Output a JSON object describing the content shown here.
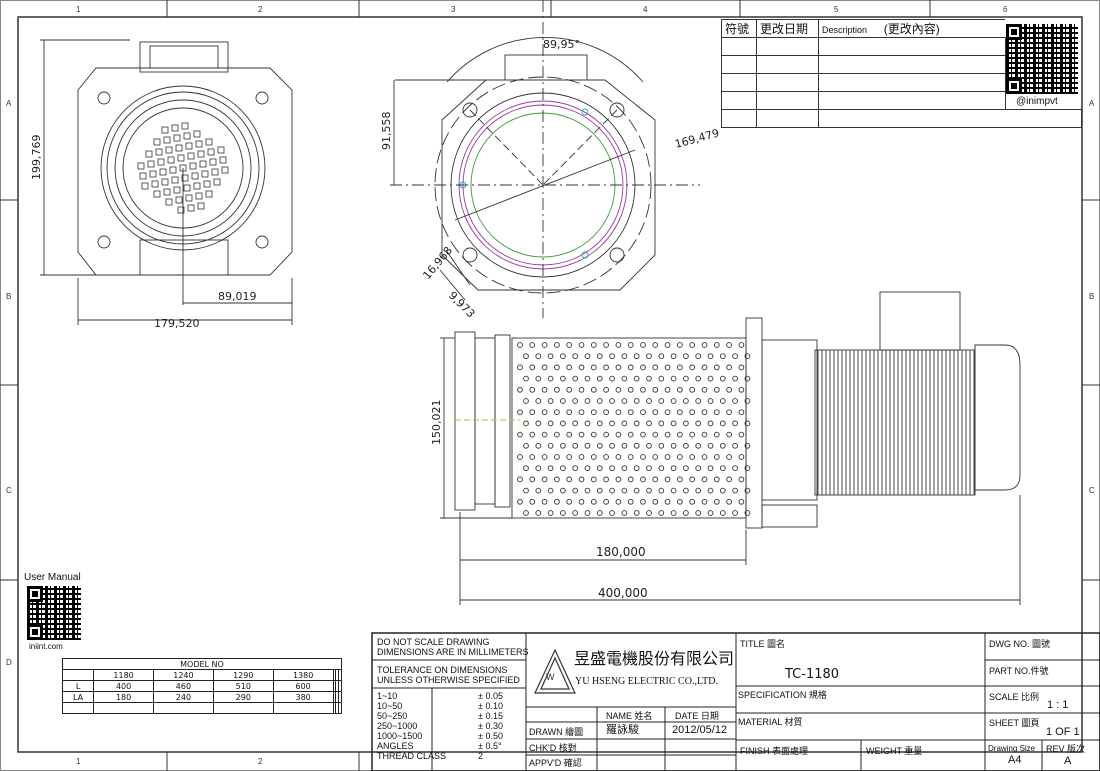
{
  "frame": {
    "columns": [
      "1",
      "2",
      "3",
      "4",
      "5",
      "6"
    ],
    "rows": [
      "A",
      "B",
      "C",
      "D"
    ]
  },
  "revision_table": {
    "headers": [
      "符號",
      "更改日期",
      "Description",
      "(更改內容)"
    ],
    "social_handle": "@inimpvt"
  },
  "user_manual": {
    "label": "User Manual",
    "url_text": "iniint.com"
  },
  "dimensions": {
    "left_height": "199,769",
    "left_half_width": "89,019",
    "left_width": "179,520",
    "top_angle": "89,95°",
    "top_height": "91,558",
    "top_diameter": "169,479",
    "slot_length": "16,968",
    "slot_width": "9,973",
    "side_height": "150,021",
    "la_length": "180,000",
    "l_length": "400,000"
  },
  "model_table": {
    "title": "MODEL NO",
    "header": [
      "",
      "1180",
      "1240",
      "1290",
      "1380",
      "",
      "",
      ""
    ],
    "rows": [
      [
        "L",
        "400",
        "460",
        "510",
        "600",
        "",
        "",
        ""
      ],
      [
        "LA",
        "180",
        "240",
        "290",
        "380",
        "",
        "",
        ""
      ],
      [
        "",
        "",
        "",
        "",
        "",
        "",
        "",
        ""
      ]
    ]
  },
  "title_block": {
    "notice_1": "DO NOT SCALE DRAWING",
    "notice_2": "DIMENSIONS ARE IN MILLIMETERS",
    "tolerance_1": "TOLERANCE ON DIMENSIONS",
    "tolerance_2": "UNLESS OTHERWISE SPECIFIED",
    "tolerances": [
      {
        "range": "1~10",
        "value": "± 0.05"
      },
      {
        "range": "10~50",
        "value": "± 0.10"
      },
      {
        "range": "50~250",
        "value": "± 0.15"
      },
      {
        "range": "250~1000",
        "value": "± 0.30"
      },
      {
        "range": "1000~1500",
        "value": "± 0.50"
      },
      {
        "range": "ANGLES",
        "value": "± 0.5°"
      },
      {
        "range": "THREAD CLASS",
        "value": "2"
      }
    ],
    "company_cn": "昱盛電機股份有限公司",
    "company_en": "YU HSENG ELECTRIC CO.,LTD.",
    "name_header": "NAME 姓名",
    "date_header": "DATE 日期",
    "drawn_label": "DRAWN 繪圖",
    "drawn_name": "羅詠駿",
    "drawn_date": "2012/05/12",
    "checked_label": "CHK'D  核對",
    "approved_label": "APPV'D 確認",
    "title_label": "TITLE 圖名",
    "title_value": "TC-1180",
    "spec_label": "SPECIFICATION  規格",
    "material_label": "MATERIAL 材質",
    "finish_label": "FINISH 表面處理",
    "weight_label": "WEIGHT 重量",
    "dwg_no_label": "DWG NO. 圖號",
    "part_no_label": "PART NO.件號",
    "scale_label": "SCALE 比例",
    "scale_value": "1 : 1",
    "sheet_label": "SHEET 圖頁",
    "sheet_value": "1 OF 1",
    "size_label": "Drawing Size",
    "size_value": "A4",
    "rev_label": "REV 版次",
    "rev_value": "A"
  }
}
